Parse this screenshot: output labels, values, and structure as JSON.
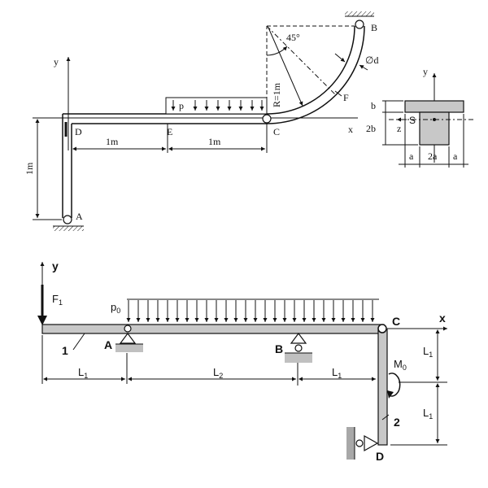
{
  "top_diagram": {
    "y_axis": "y",
    "x_axis": "x",
    "points": {
      "A": "A",
      "B": "B",
      "C": "C",
      "D": "D",
      "E": "E",
      "F": "F"
    },
    "load_p": "p",
    "dim_de": "1m",
    "dim_ec": "1m",
    "dim_height": "1m",
    "radius": "R=1m",
    "angle": "45°",
    "diameter": "∅d"
  },
  "cross_section": {
    "y_axis": "y",
    "z_axis": "z",
    "centroid": "S",
    "dim_b": "b",
    "dim_2b": "2b",
    "dim_a_left": "a",
    "dim_2a": "2a",
    "dim_a_right": "a"
  },
  "bottom_diagram": {
    "y_axis": "y",
    "x_axis": "x",
    "force_f1": "F",
    "force_f1_sub": "1",
    "load_p0": "p",
    "load_p0_sub": "0",
    "member_1": "1",
    "member_2": "2",
    "points": {
      "A": "A",
      "B": "B",
      "C": "C",
      "D": "D"
    },
    "moment": "M",
    "moment_sub": "0",
    "dim_l1_left": "L",
    "dim_l1_left_sub": "1",
    "dim_l2": "L",
    "dim_l2_sub": "2",
    "dim_l1_mid": "L",
    "dim_l1_mid_sub": "1",
    "dim_l1_right_top": "L",
    "dim_l1_right_top_sub": "1",
    "dim_l1_right_bottom": "L",
    "dim_l1_right_bottom_sub": "1"
  }
}
